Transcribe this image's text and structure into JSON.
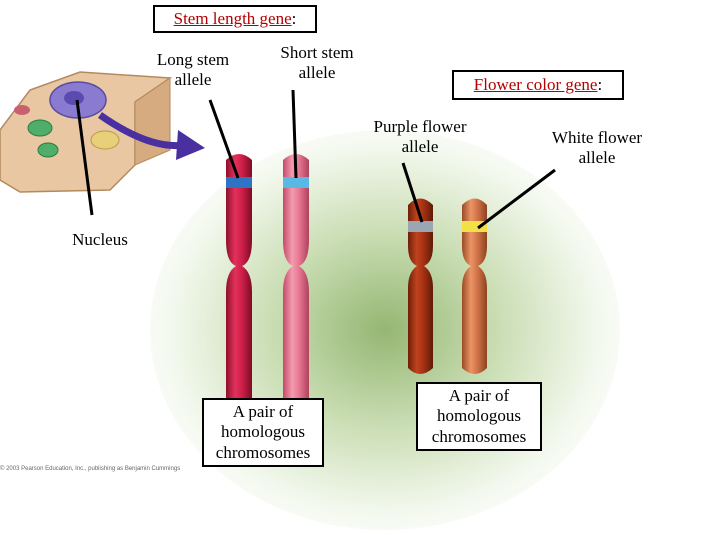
{
  "stem_gene": {
    "term": "Stem length gene",
    "suffix": ":"
  },
  "long_stem": {
    "line1": "Long stem",
    "line2": "allele"
  },
  "short_stem": {
    "line1": "Short stem",
    "line2": "allele"
  },
  "flower_gene": {
    "term": "Flower color gene",
    "suffix": ":"
  },
  "purple_flower": {
    "line1": "Purple flower",
    "line2": "allele"
  },
  "white_flower": {
    "line1": "White flower",
    "line2": "allele"
  },
  "nucleus": "Nucleus",
  "pair_left": {
    "line1": "A pair of",
    "line2": "homologous",
    "line3": "chromosomes"
  },
  "pair_right": {
    "line1": "A pair of",
    "line2": "homologous",
    "line3": "chromosomes"
  },
  "copyright": "© 2003 Pearson Education, Inc., publishing as Benjamin Cummings",
  "colors": {
    "gene_term": "#b30000",
    "chrom_red": "#d0204a",
    "chrom_pink": "#e87a95",
    "chrom_darkred": "#a83214",
    "chrom_orange": "#d2764a",
    "band_blue": "#2f74c4",
    "band_lightblue": "#59b8e4",
    "band_gray": "#9aa7b2",
    "band_yellow": "#f1e046"
  }
}
